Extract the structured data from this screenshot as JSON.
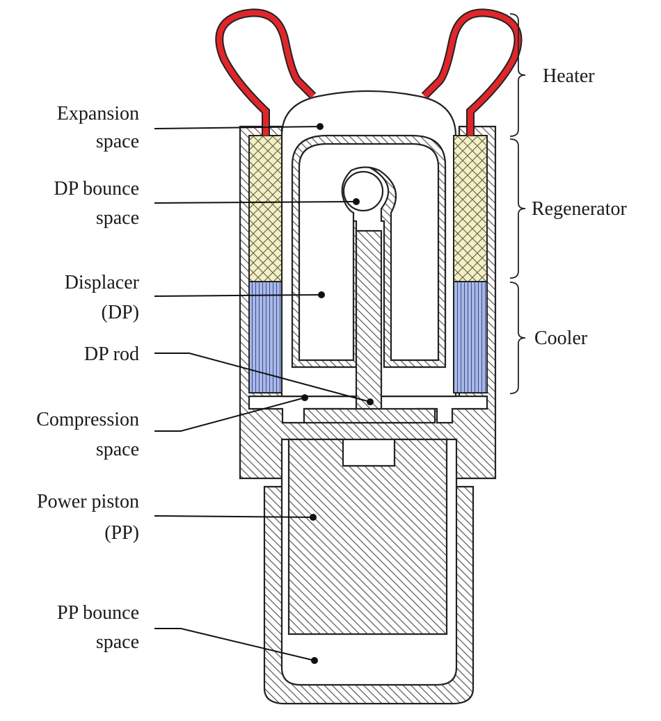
{
  "labels": {
    "expansion_space": [
      "Expansion",
      "space"
    ],
    "dp_bounce_space": [
      "DP bounce",
      "space"
    ],
    "displacer": [
      "Displacer",
      "(DP)"
    ],
    "dp_rod": [
      "DP rod"
    ],
    "compression_space": [
      "Compression",
      "space"
    ],
    "power_piston": [
      "Power piston",
      "(PP)"
    ],
    "pp_bounce_space": [
      "PP bounce",
      "space"
    ],
    "heater": "Heater",
    "regenerator": "Regenerator",
    "cooler": "Cooler"
  },
  "colors": {
    "heater_tube": "#e0262a",
    "regenerator_fill": "#f3f0c4",
    "cooler_fill": "#a9b9e6",
    "hatch_line": "#555555"
  }
}
